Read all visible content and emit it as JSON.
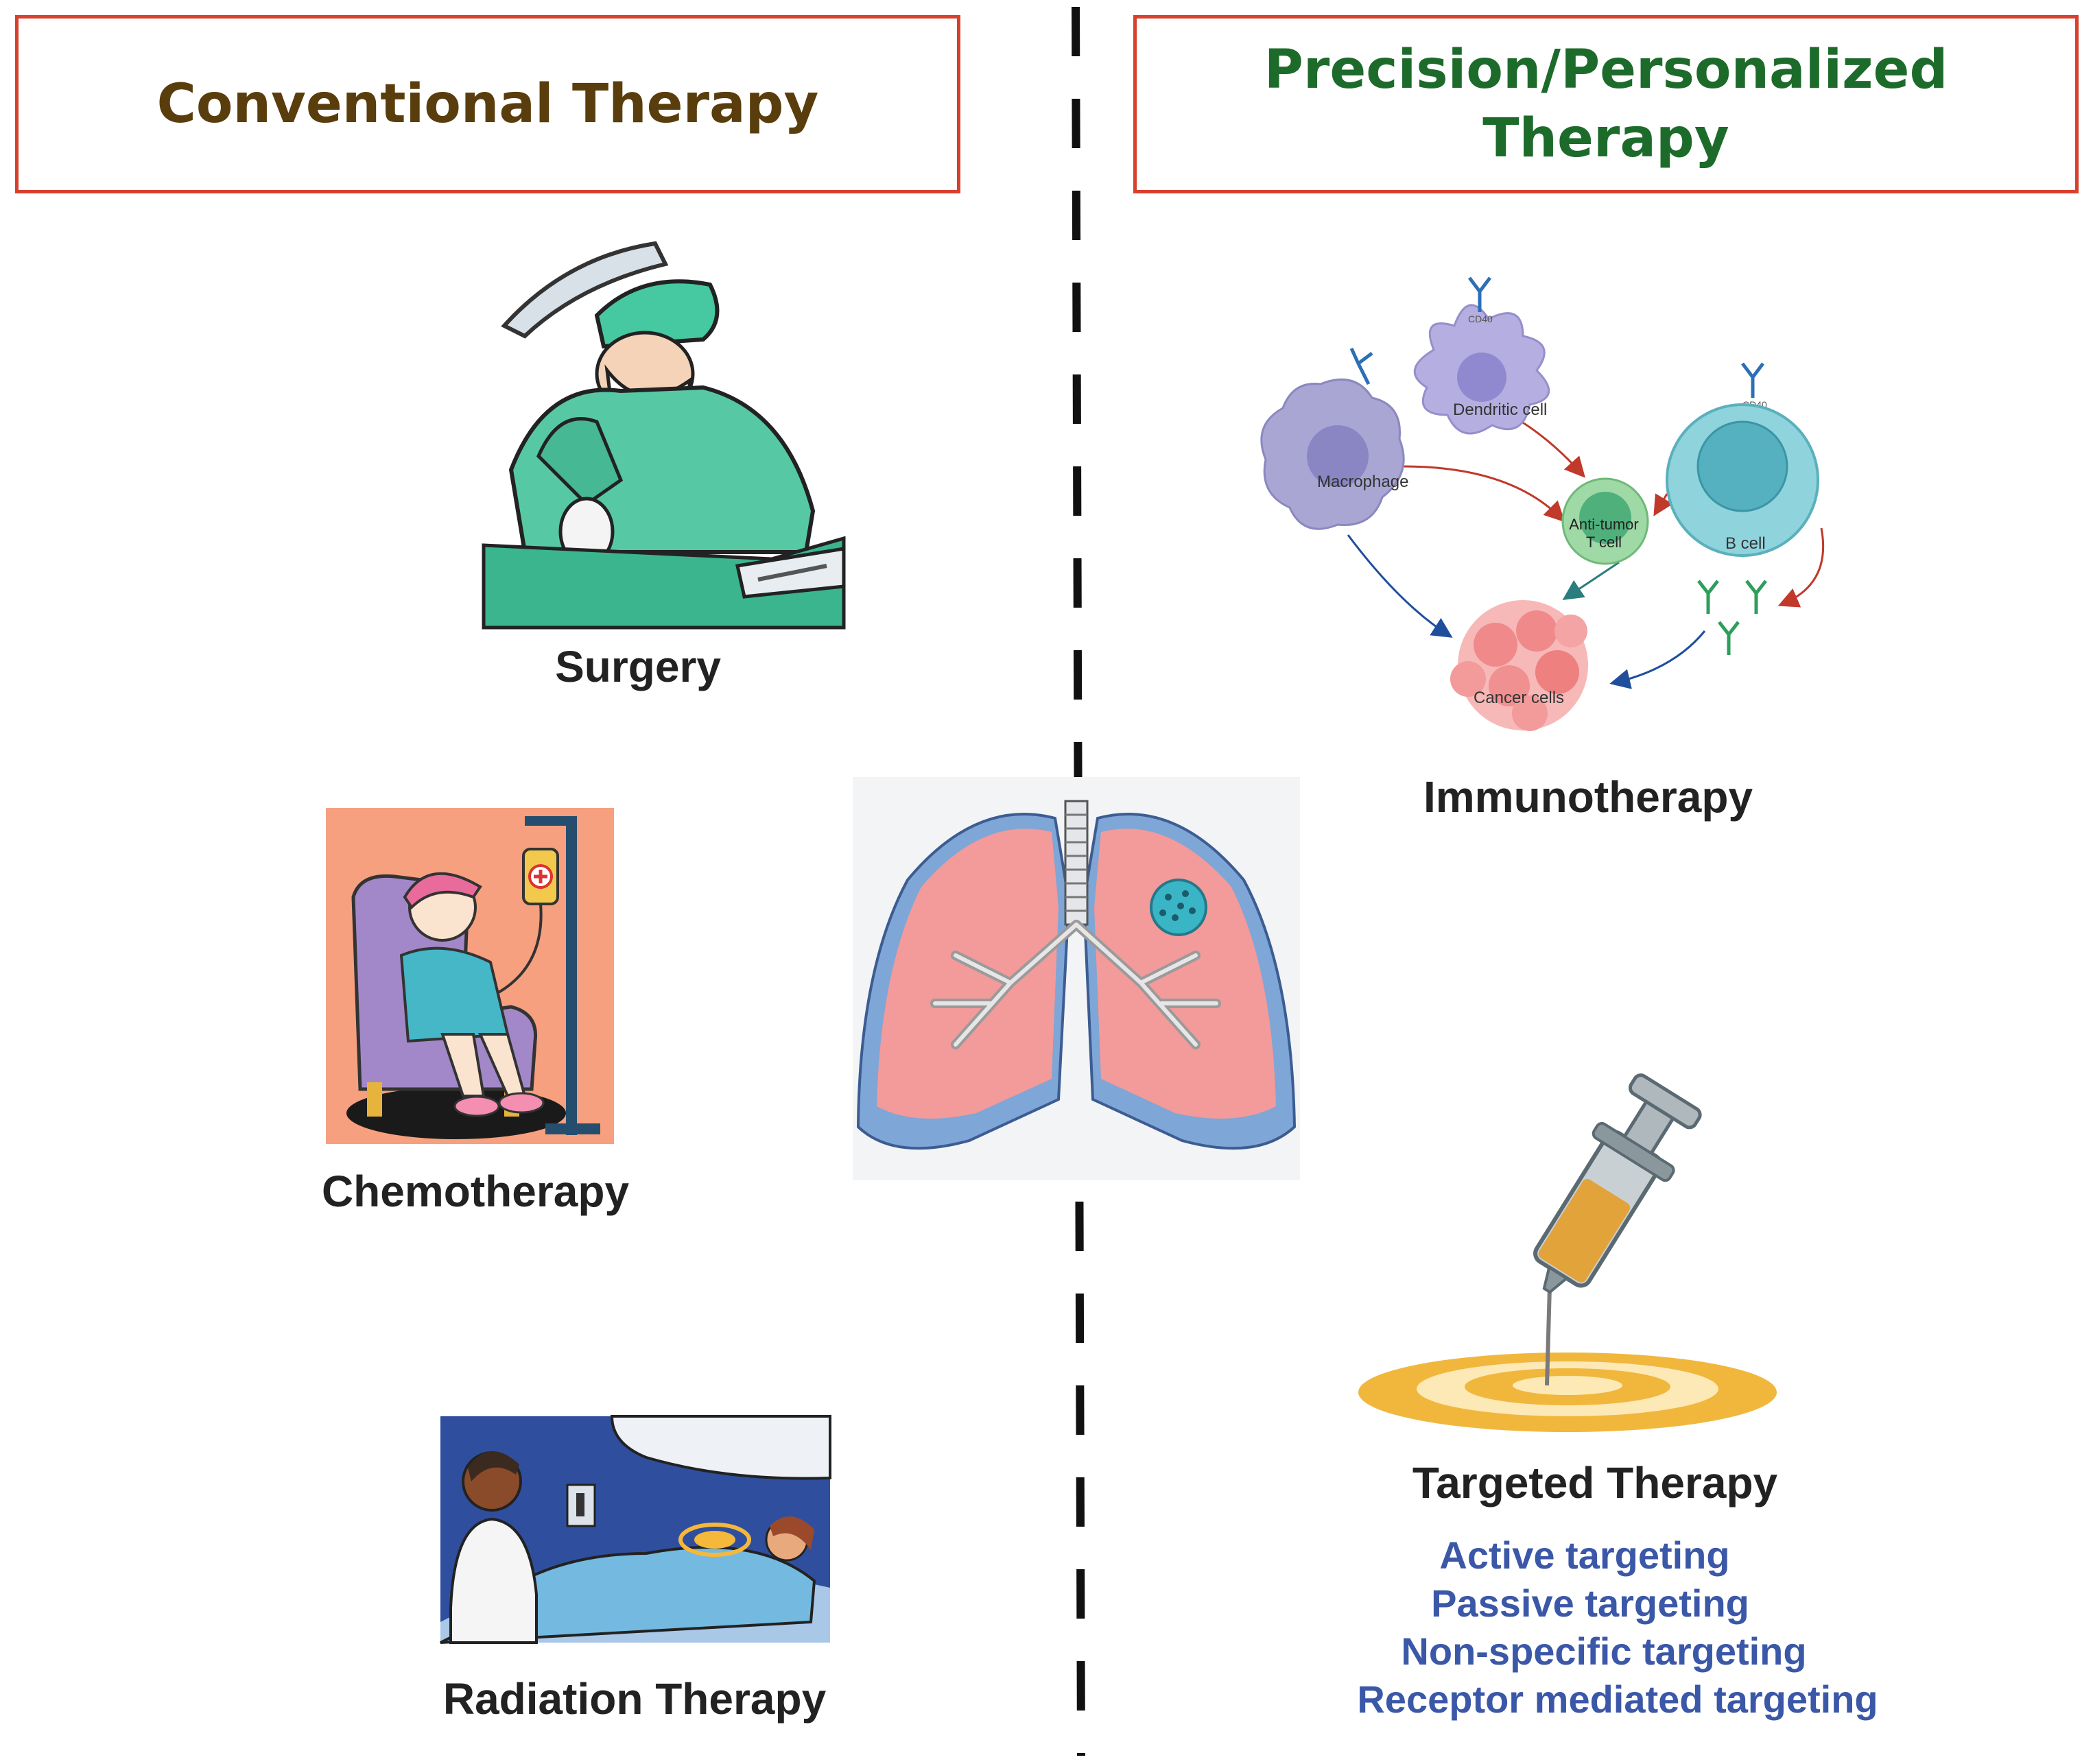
{
  "headers": {
    "left": "Conventional Therapy",
    "right_line1": "Precision/Personalized",
    "right_line2": "Therapy"
  },
  "conventional": {
    "surgery": "Surgery",
    "chemotherapy": "Chemotherapy",
    "radiation": "Radiation Therapy"
  },
  "precision": {
    "immunotherapy": "Immunotherapy",
    "targeted": "Targeted Therapy",
    "targeting_types": [
      "Active targeting",
      "Passive targeting",
      "Non-specific targeting",
      "Receptor mediated targeting"
    ]
  },
  "immune_cells": {
    "dendritic": "Dendritic cell",
    "macrophage": "Macrophage",
    "tcell_line1": "Anti-tumor",
    "tcell_line2": "T cell",
    "bcell": "B cell",
    "cancer": "Cancer cells",
    "cd40": "CD40"
  },
  "colors": {
    "header_border": "#d8402e",
    "left_title": "#5a3d0c",
    "right_title": "#1d6b2b",
    "targeting_text": "#3b57a8"
  }
}
